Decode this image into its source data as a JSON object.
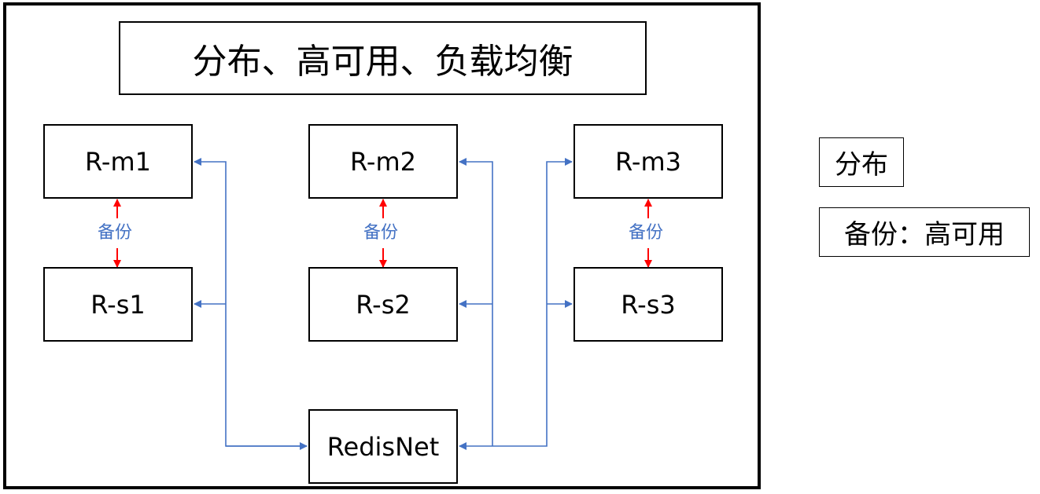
{
  "title": "分布、高可用、负载均衡",
  "nodes": {
    "m1": "R-m1",
    "m2": "R-m2",
    "m3": "R-m3",
    "s1": "R-s1",
    "s2": "R-s2",
    "s3": "R-s3",
    "net": "RedisNet"
  },
  "backup_label": "备份",
  "legend": {
    "distribution": "分布",
    "backup_ha": "备份：高可用"
  },
  "colors": {
    "connector": "#4472c4",
    "backup_arrow": "#ff0000",
    "border": "#000000"
  }
}
